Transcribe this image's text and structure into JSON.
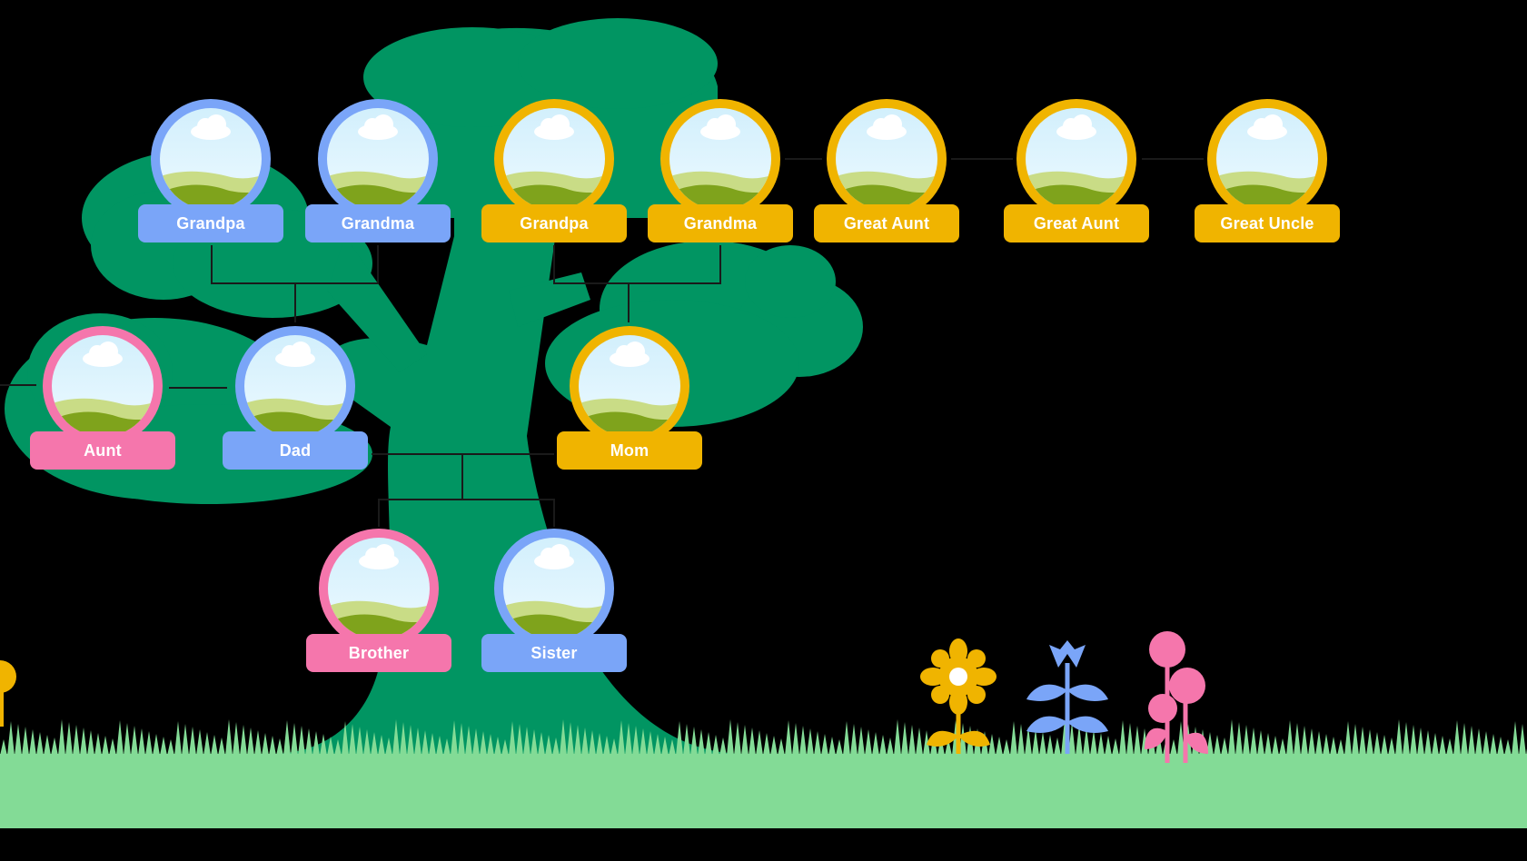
{
  "theme": {
    "background": "#000000",
    "tree_green": "#019562",
    "grass": "#83db96",
    "connector": "#1a1a1a",
    "colors": {
      "blue": "#7aa5f8",
      "yellow": "#f0b400",
      "pink": "#f576ac"
    },
    "portrait_sky_top": "#cfeefc",
    "portrait_sky_bottom": "#f0fbff",
    "portrait_hill_light": "#c9dc86",
    "portrait_hill_dark": "#7fa31c",
    "flower_yellow": "#f0b400",
    "flower_blue": "#7aa5f8",
    "flower_pink": "#f576ac"
  },
  "members": [
    {
      "id": "grandpa-paternal",
      "label": "Grandpa",
      "color": "blue"
    },
    {
      "id": "grandma-paternal",
      "label": "Grandma",
      "color": "blue"
    },
    {
      "id": "grandpa-maternal",
      "label": "Grandpa",
      "color": "yellow"
    },
    {
      "id": "grandma-maternal",
      "label": "Grandma",
      "color": "yellow"
    },
    {
      "id": "great-aunt-1",
      "label": "Great Aunt",
      "color": "yellow"
    },
    {
      "id": "great-aunt-2",
      "label": "Great Aunt",
      "color": "yellow"
    },
    {
      "id": "great-uncle",
      "label": "Great Uncle",
      "color": "yellow"
    },
    {
      "id": "aunt",
      "label": "Aunt",
      "color": "pink"
    },
    {
      "id": "dad",
      "label": "Dad",
      "color": "blue"
    },
    {
      "id": "mom",
      "label": "Mom",
      "color": "yellow"
    },
    {
      "id": "brother",
      "label": "Brother",
      "color": "pink"
    },
    {
      "id": "sister",
      "label": "Sister",
      "color": "blue"
    }
  ],
  "decorations": {
    "flowers": [
      "sun-flower-icon",
      "blue-flower-icon",
      "pink-flower-icon"
    ],
    "grass": "grass-strip",
    "tree": "tree-silhouette"
  }
}
